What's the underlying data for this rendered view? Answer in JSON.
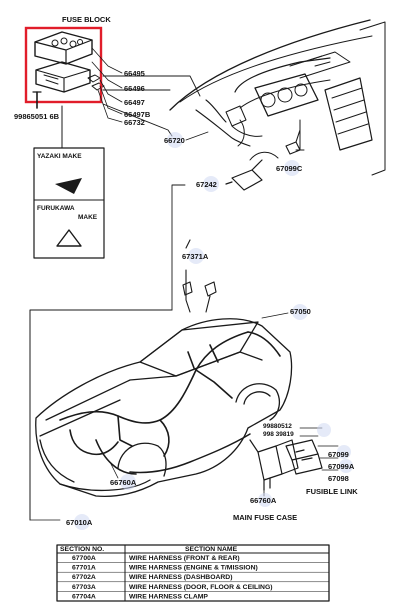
{
  "fuse_block": {
    "title": "FUSE BLOCK",
    "part_numbers": [
      "66495",
      "66496",
      "66497",
      "66497B",
      "66732"
    ],
    "screw_part": "99865051 6B",
    "highlight_color": "#e11d2a"
  },
  "maker_marks": {
    "yazaki": "YAZAKI MAKE",
    "furukawa_line1": "FURUKAWA",
    "furukawa_line2": "MAKE"
  },
  "callouts": {
    "p66720": "66720",
    "p67099c": "67099C",
    "p67242": "67242",
    "p67371a": "67371A",
    "p67050": "67050",
    "p66760a_left": "66760A",
    "p67010a": "67010A",
    "p99880512": "99880512",
    "p99839": "998 39819",
    "p67099": "67099",
    "p67099a": "67099A",
    "p67098": "67098",
    "fusible_link": "FUSIBLE LINK",
    "p66760a_right": "66760A",
    "main_fuse_case": "MAIN FUSE CASE"
  },
  "section_table": {
    "headers": [
      "SECTION NO.",
      "SECTION NAME"
    ],
    "rows": [
      {
        "no": "67700A",
        "name": "WIRE HARNESS (FRONT & REAR)"
      },
      {
        "no": "67701A",
        "name": "WIRE HARNESS (ENGINE & T/MISSION)"
      },
      {
        "no": "67702A",
        "name": "WIRE HARNESS (DASHBOARD)"
      },
      {
        "no": "67703A",
        "name": "WIRE HARNESS (DOOR, FLOOR & CEILING)"
      },
      {
        "no": "67704A",
        "name": "WIRE HARNESS CLAMP"
      }
    ]
  }
}
